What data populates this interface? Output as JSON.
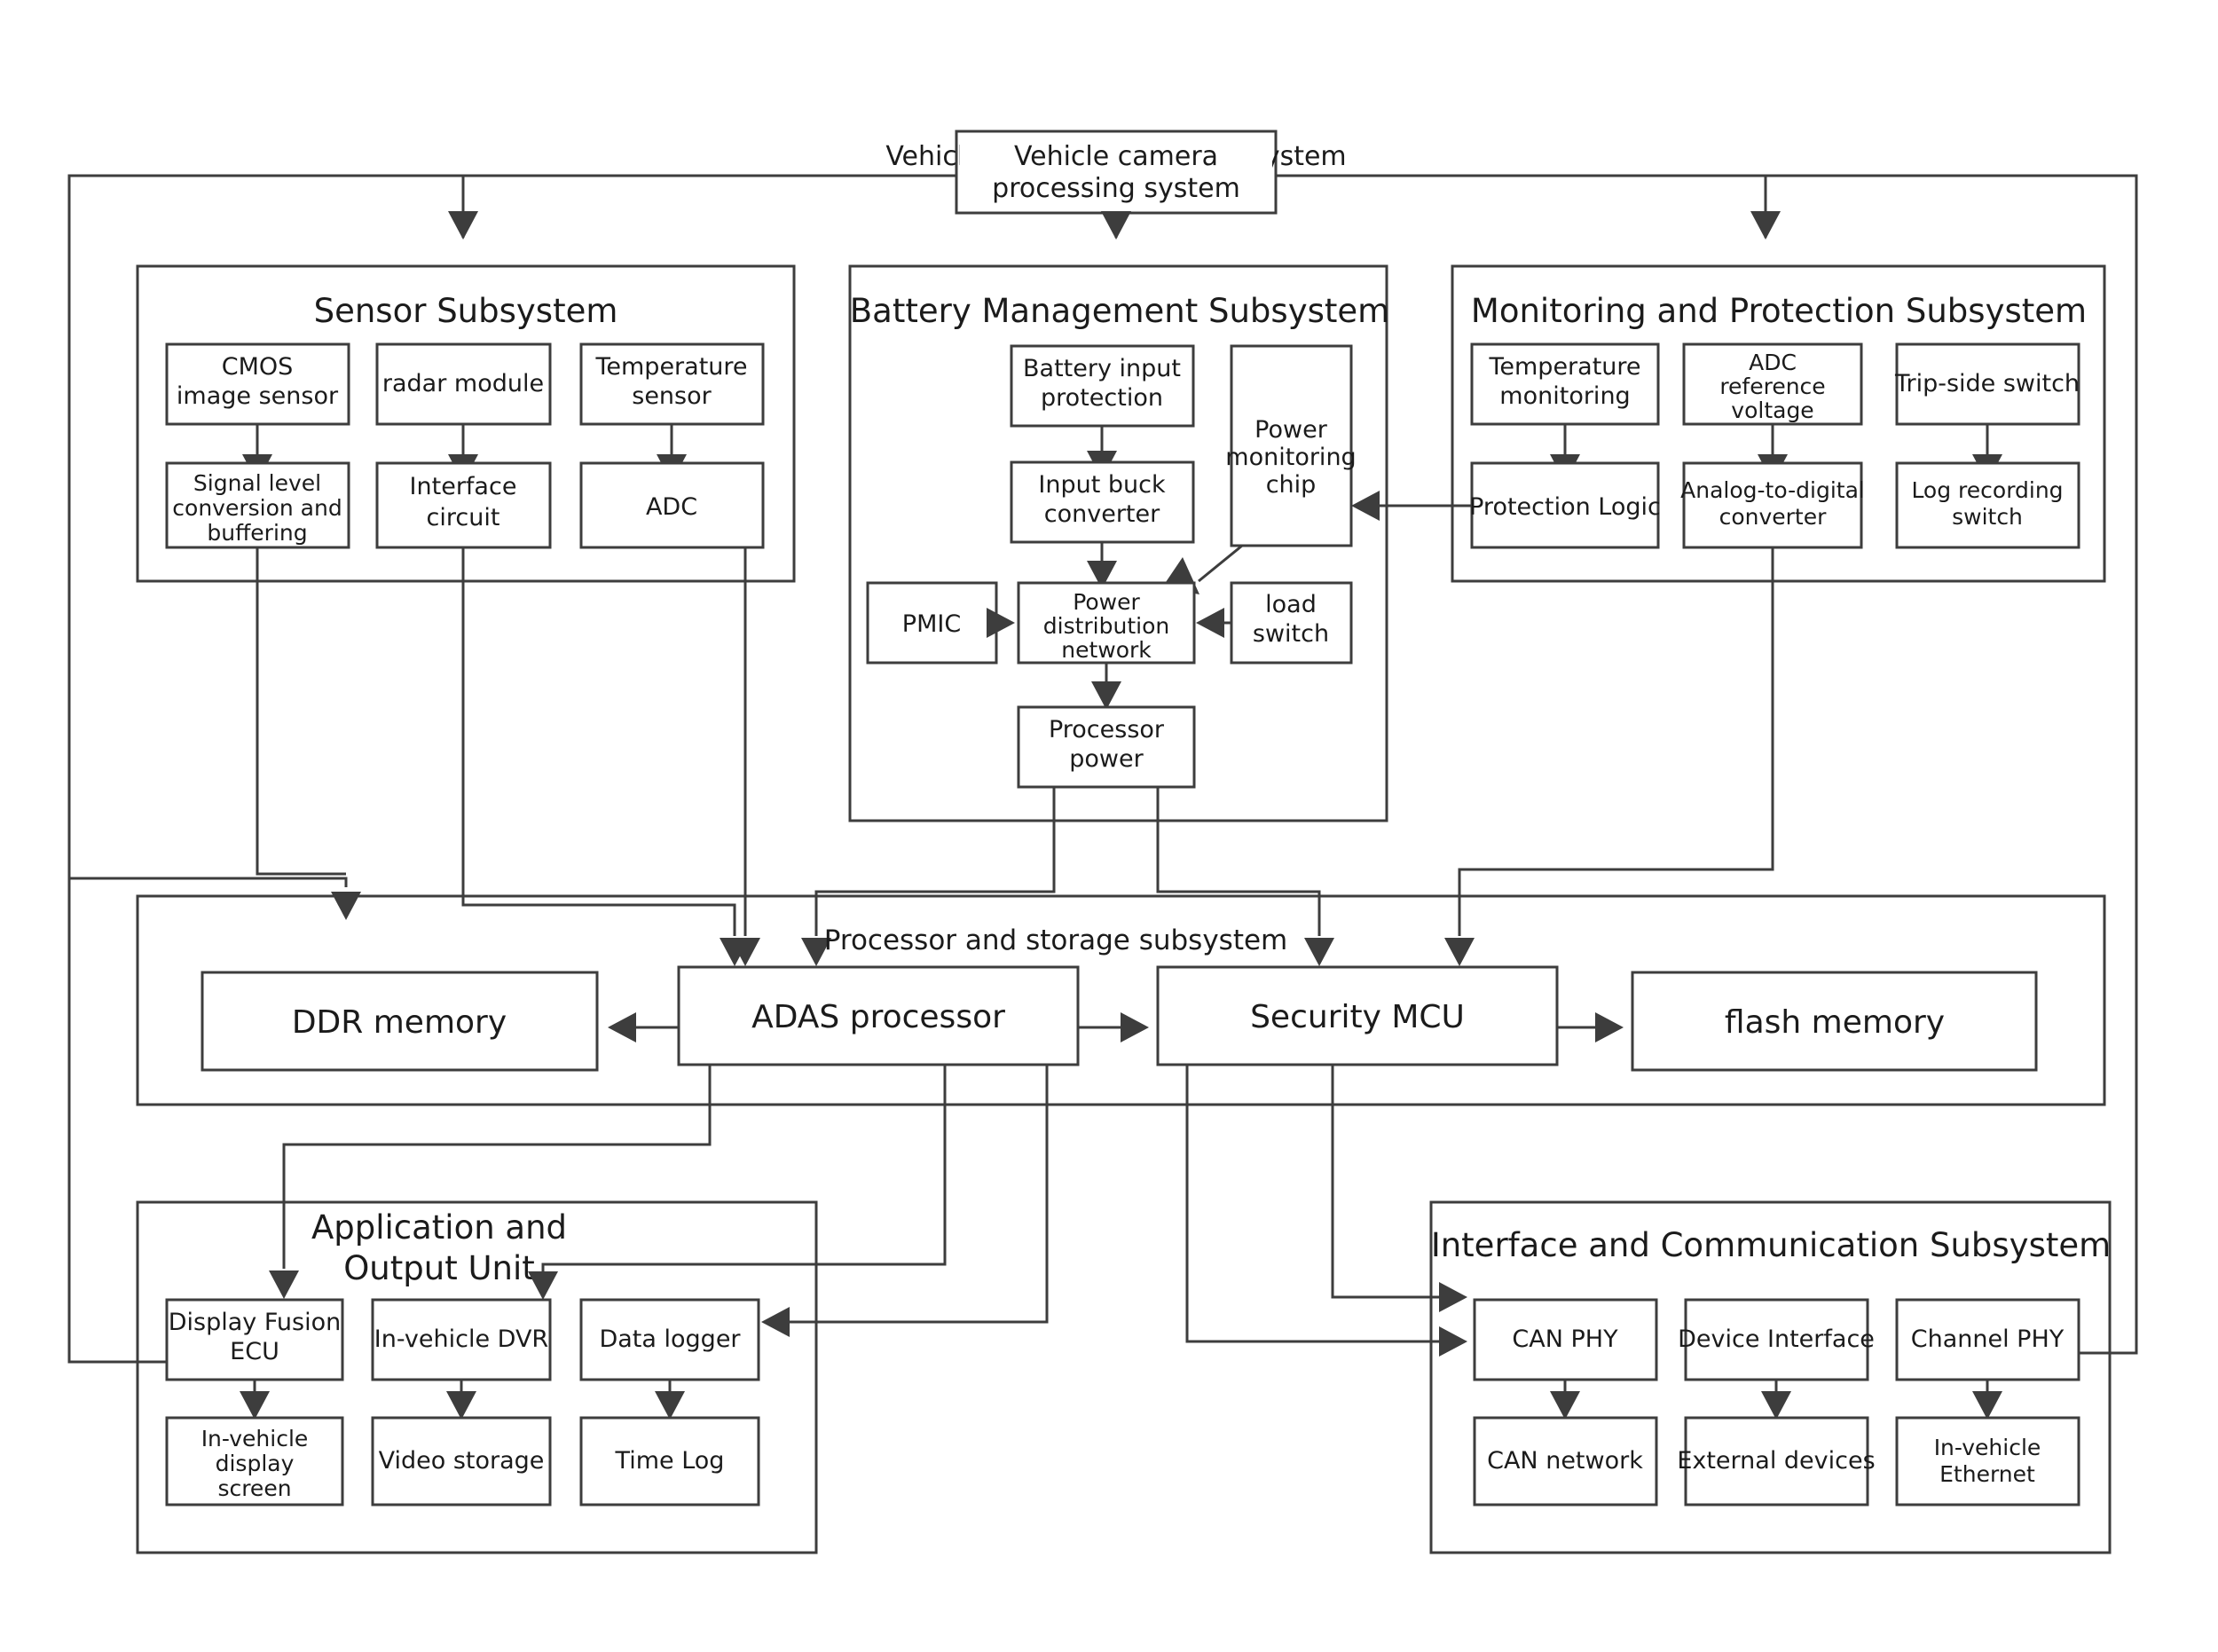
{
  "diagram": {
    "title": "Vehicle camera processing system",
    "root": {
      "label": "Vehicle camera processing system"
    },
    "groups": [
      {
        "id": "sensor",
        "label": "Sensor Subsystem",
        "blocks": [
          {
            "id": "cmos",
            "label": "CMOS\nimage sensor"
          },
          {
            "id": "radar",
            "label": "radar module"
          },
          {
            "id": "tempsensor",
            "label": "Temperature\nsensor"
          },
          {
            "id": "siglevel",
            "label": "Signal level\nconversion and\nbuffering"
          },
          {
            "id": "ifcircuit",
            "label": "Interface\ncircuit"
          },
          {
            "id": "adc",
            "label": "ADC"
          }
        ]
      },
      {
        "id": "battery",
        "label": "Battery Management Subsystem",
        "blocks": [
          {
            "id": "batinput",
            "label": "Battery input\nprotection"
          },
          {
            "id": "powermon",
            "label": "Power\nmonitoring\nchip"
          },
          {
            "id": "buck",
            "label": "Input buck\nconverter"
          },
          {
            "id": "pmic",
            "label": "PMIC"
          },
          {
            "id": "pdn",
            "label": "Power\ndistribution\nnetwork"
          },
          {
            "id": "loadsw",
            "label": "load\nswitch"
          },
          {
            "id": "procpower",
            "label": "Processor\npower"
          }
        ]
      },
      {
        "id": "monitor",
        "label": "Monitoring and Protection Subsystem",
        "blocks": [
          {
            "id": "tempmon",
            "label": "Temperature\nmonitoring"
          },
          {
            "id": "adcref",
            "label": "ADC\nreference\nvoltage"
          },
          {
            "id": "tripsw",
            "label": "Trip-side switch"
          },
          {
            "id": "protlogic",
            "label": "Protection Logic"
          },
          {
            "id": "a2d",
            "label": "Analog-to-digital\nconverter"
          },
          {
            "id": "logrec",
            "label": "Log recording\nswitch"
          }
        ]
      },
      {
        "id": "processor",
        "label": "Processor and storage subsystem",
        "blocks": [
          {
            "id": "ddr",
            "label": "DDR memory"
          },
          {
            "id": "adas",
            "label": "ADAS processor"
          },
          {
            "id": "mcu",
            "label": "Security MCU"
          },
          {
            "id": "flash",
            "label": "flash memory"
          }
        ]
      },
      {
        "id": "application",
        "label": "Application and\nOutput Unit",
        "label_line1": "Application and",
        "label_line2": "Output Unit",
        "blocks": [
          {
            "id": "dfecu",
            "label": "Display Fusion\nECU"
          },
          {
            "id": "dvr",
            "label": "In-vehicle DVR"
          },
          {
            "id": "datalogger",
            "label": "Data logger"
          },
          {
            "id": "screen",
            "label": "In-vehicle\ndisplay\nscreen"
          },
          {
            "id": "vidstore",
            "label": "Video storage"
          },
          {
            "id": "timelog",
            "label": "Time Log"
          }
        ]
      },
      {
        "id": "interface",
        "label": "Interface and Communication Subsystem",
        "blocks": [
          {
            "id": "canphy",
            "label": "CAN PHY"
          },
          {
            "id": "devif",
            "label": "Device Interface"
          },
          {
            "id": "chphy",
            "label": "Channel PHY"
          },
          {
            "id": "cannet",
            "label": "CAN network"
          },
          {
            "id": "extdev",
            "label": "External devices"
          },
          {
            "id": "ivether",
            "label": "In-vehicle\nEthernet"
          }
        ]
      }
    ],
    "colors": {
      "stroke": "#3d3d3d",
      "text": "#1b1b1b",
      "background": "#ffffff"
    }
  }
}
